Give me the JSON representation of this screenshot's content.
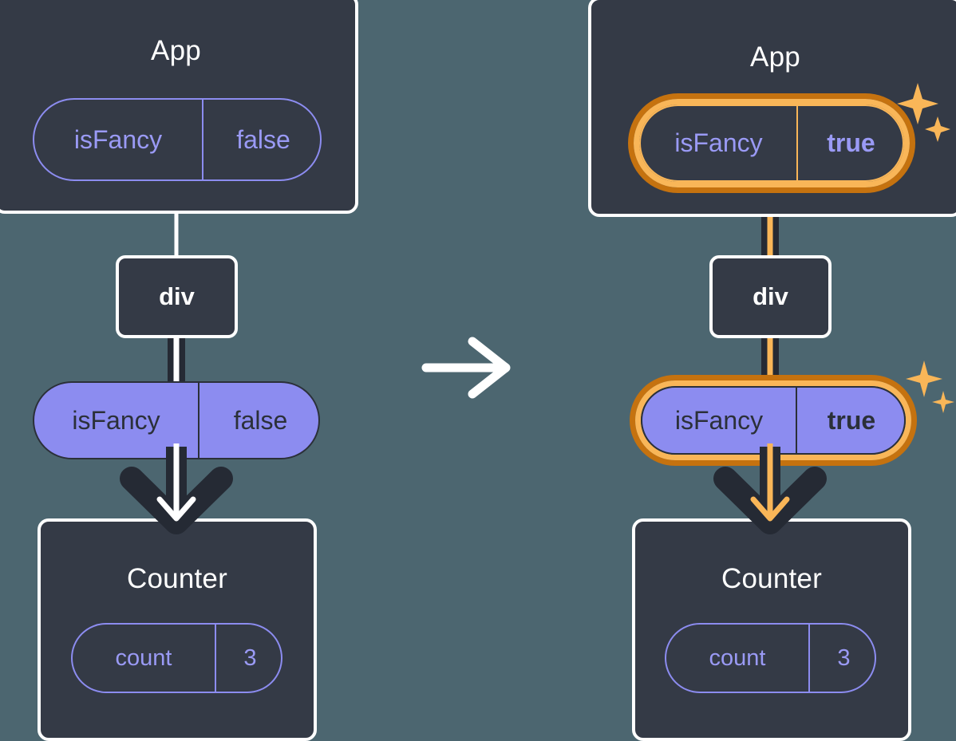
{
  "diagram": {
    "type": "react-state-propagation",
    "transition_arrow": "→",
    "colors": {
      "background": "#4c6670",
      "panel": "#343a46",
      "panel_border": "#ffffff",
      "pill_purple": "#8c8cf0",
      "pill_text_dark": "#2b3039",
      "pill_outline_text": "#9a9af5",
      "highlight_outer": "#c5720f",
      "highlight_inner": "#f9b658",
      "edge_dark": "#252a34",
      "edge_white": "#ffffff"
    }
  },
  "left": {
    "app": {
      "title": "App",
      "pill": {
        "key": "isFancy",
        "value": "false",
        "highlighted": false
      }
    },
    "div": {
      "label": "div"
    },
    "prop_pill": {
      "key": "isFancy",
      "value": "false",
      "highlighted": false
    },
    "counter": {
      "title": "Counter",
      "pill": {
        "key": "count",
        "value": "3",
        "highlighted": false
      }
    }
  },
  "right": {
    "app": {
      "title": "App",
      "pill": {
        "key": "isFancy",
        "value": "true",
        "highlighted": true
      }
    },
    "div": {
      "label": "div"
    },
    "prop_pill": {
      "key": "isFancy",
      "value": "true",
      "highlighted": true
    },
    "counter": {
      "title": "Counter",
      "pill": {
        "key": "count",
        "value": "3",
        "highlighted": false
      }
    }
  },
  "icons": {
    "sparkle_large": "sparkle-four-point-large",
    "sparkle_small": "sparkle-four-point-small",
    "transition": "arrow-right-icon"
  }
}
